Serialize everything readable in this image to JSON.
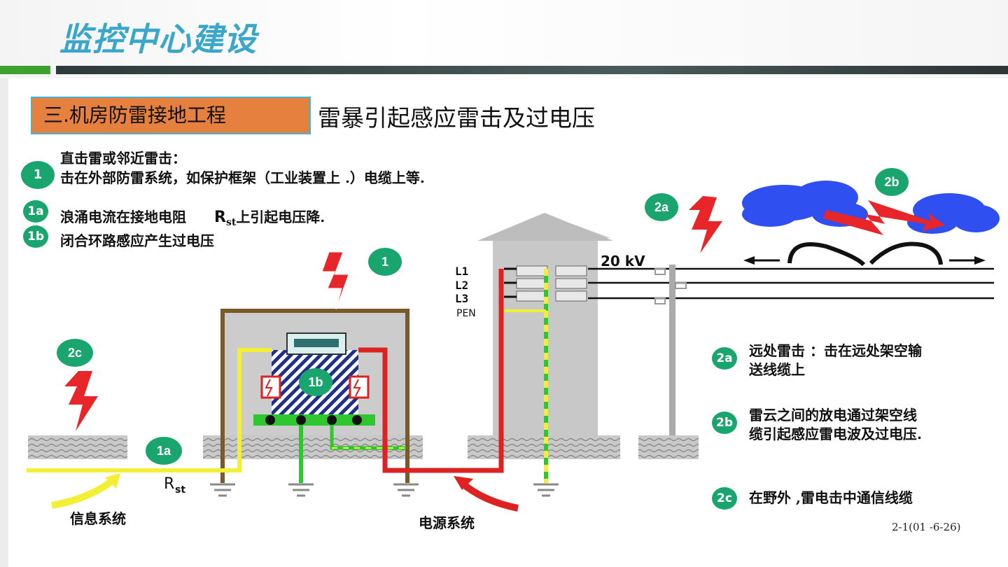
{
  "header": {
    "title": "监控中心建设"
  },
  "section": {
    "label": "三.机房防雷接地工程",
    "heading": "雷暴引起感应雷击及过电压"
  },
  "legend_left": {
    "item1_title": "直击雷或邻近雷击：",
    "item1_badge": "1",
    "item1_text": "击在外部防雷系统，如保护框架（工业装置上 .）电缆上等.",
    "item1a_badge": "1a",
    "item1a_text": "浪涌电流在接地电阻",
    "item1a_rst": "R",
    "item1a_rst_sub": "st",
    "item1a_text2": "上引起电压降.",
    "item1b_badge": "1b",
    "item1b_text": "闭合环路感应产生过电压"
  },
  "legend_right": {
    "item2a_badge": "2a",
    "item2a_text": "远处雷击 ：击在远处架空输送线缆上",
    "item2b_badge": "2b",
    "item2b_text": "雷云之间的放电通过架空线缆引起感应雷电波及过电压.",
    "item2c_badge": "2c",
    "item2c_text": "在野外 ,雷电击中通信线缆"
  },
  "diagram": {
    "badge_1": "1",
    "badge_1a": "1a",
    "badge_1b": "1b",
    "badge_2a": "2a",
    "badge_2b": "2b",
    "badge_2c": "2c",
    "line_L1": "L1",
    "line_L2": "L2",
    "line_L3": "L3",
    "line_PEN": "PEN",
    "voltage": "20 kV",
    "rst_main": "R",
    "rst_sub": "st",
    "info_system": "信息系统",
    "power_system": "电源系统"
  },
  "footer": {
    "code": "2-1(01 -6-26)"
  },
  "colors": {
    "title": "#3aa6c9",
    "section_bg": "#e6803f",
    "badge": "#1aa56f",
    "lightning": "#e8262a",
    "cloud": "#2f4ff0",
    "ground_wire": "#2ec82e",
    "info_line": "#f2ef34",
    "power_line": "#dd2222",
    "frame": "#7a5a2a"
  }
}
